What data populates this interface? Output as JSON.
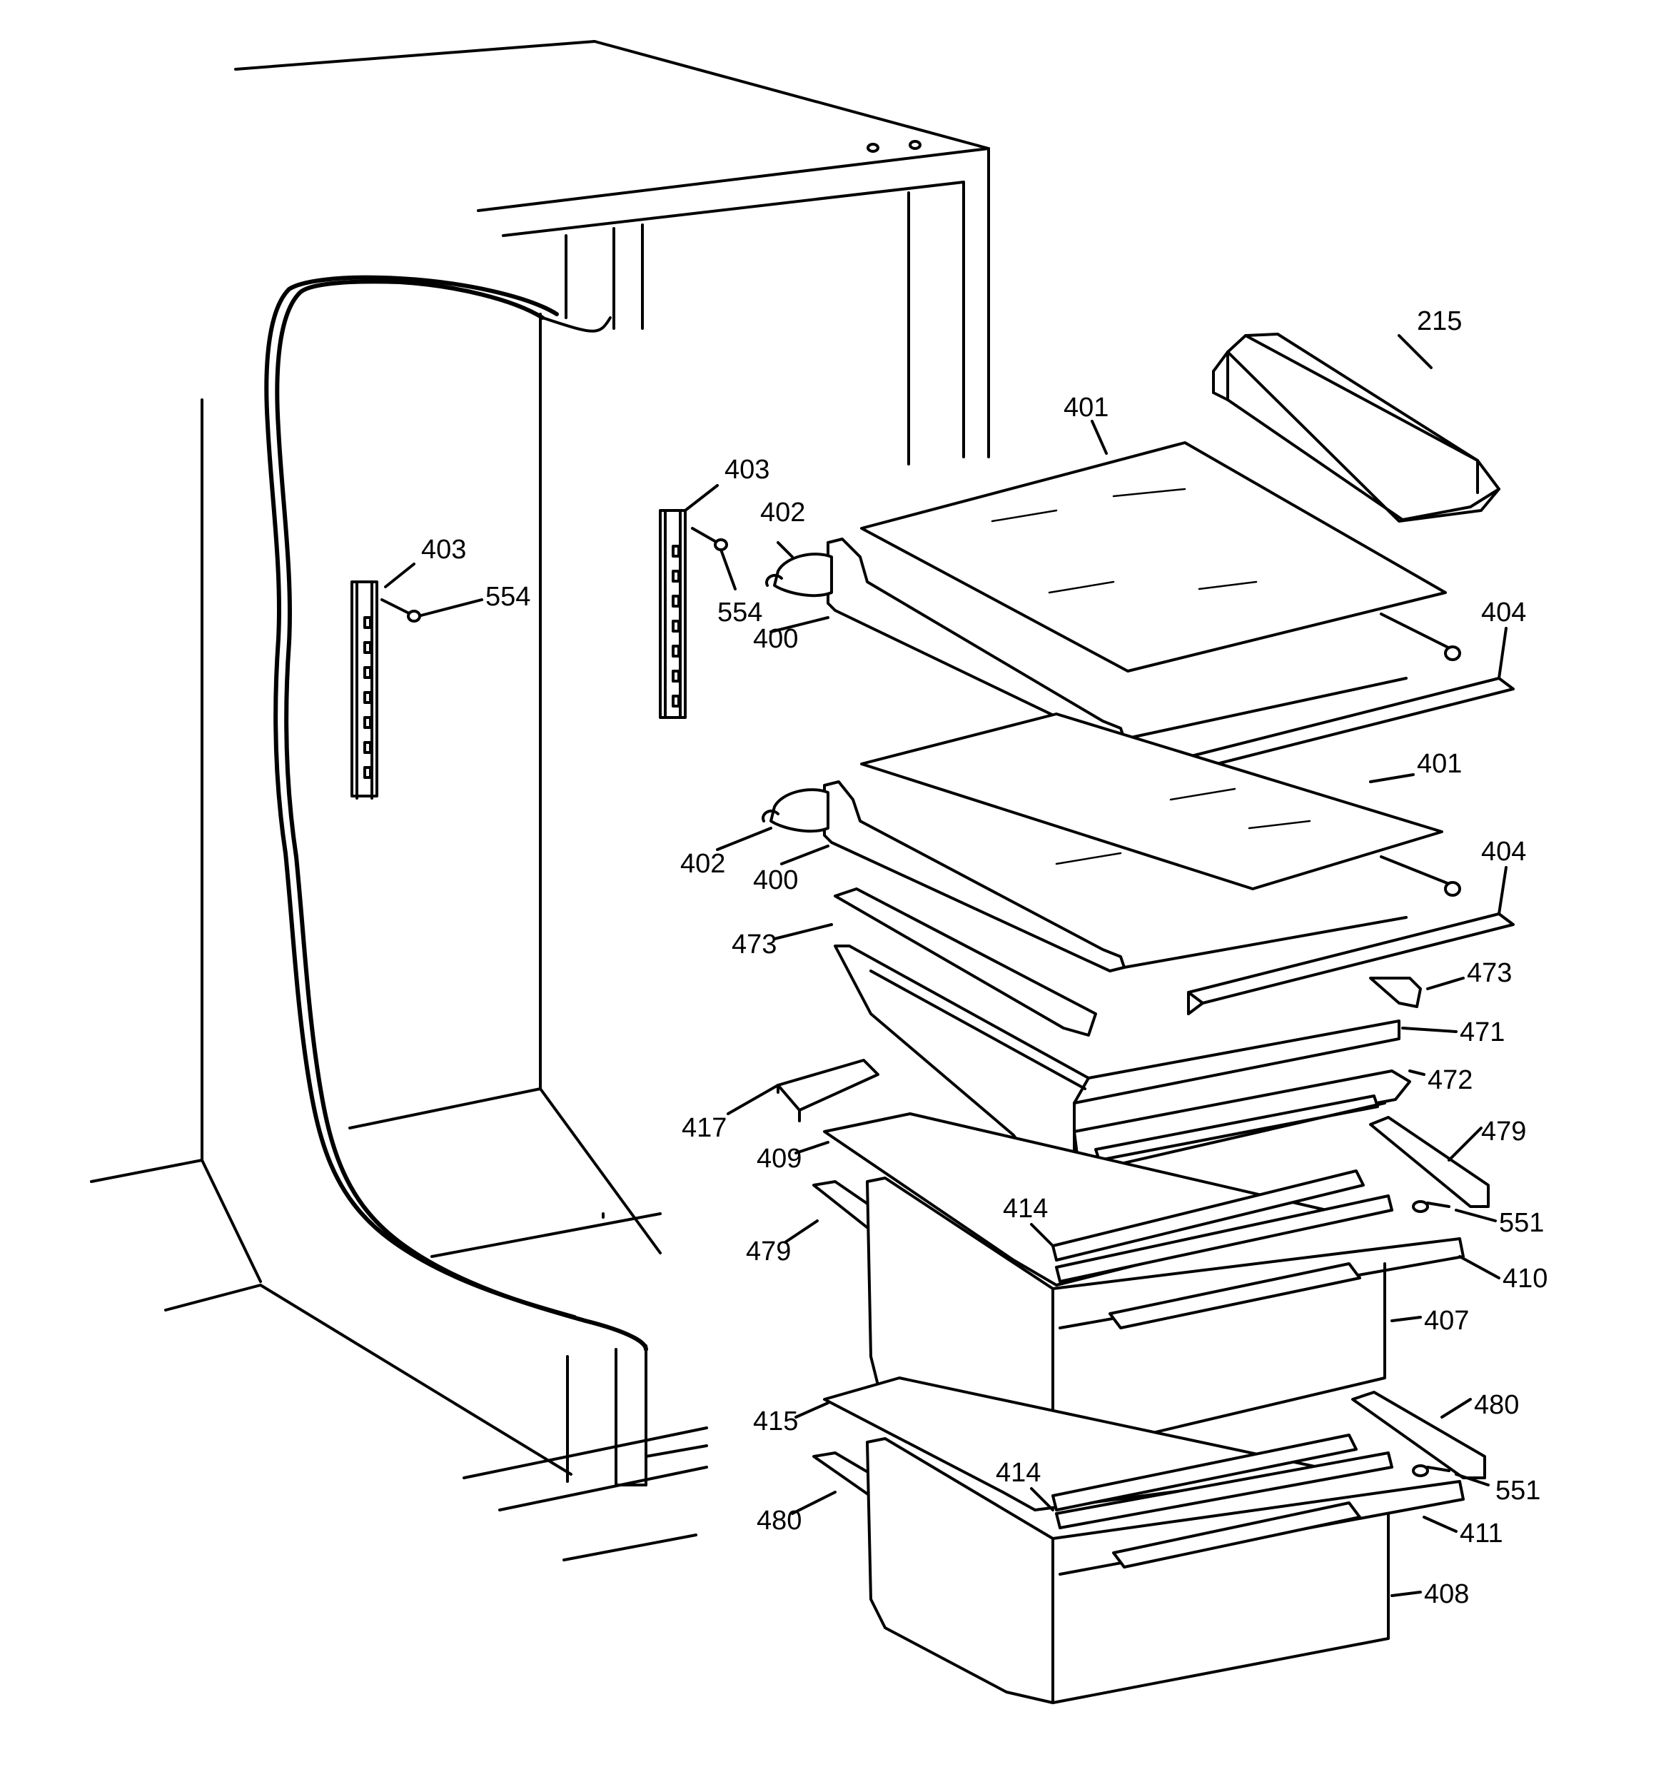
{
  "diagram": {
    "labels": [
      "215",
      "401",
      "403",
      "402",
      "554",
      "400",
      "404",
      "401",
      "404",
      "473",
      "471",
      "472",
      "417",
      "409",
      "479",
      "414",
      "551",
      "410",
      "407",
      "415",
      "480",
      "411",
      "408"
    ],
    "callouts": [
      {
        "id": "c215",
        "text": "215"
      },
      {
        "id": "c401a",
        "text": "401"
      },
      {
        "id": "c403a",
        "text": "403"
      },
      {
        "id": "c402a",
        "text": "402"
      },
      {
        "id": "c403b",
        "text": "403"
      },
      {
        "id": "c554a",
        "text": "554"
      },
      {
        "id": "c554b",
        "text": "554"
      },
      {
        "id": "c400a",
        "text": "400"
      },
      {
        "id": "c404a",
        "text": "404"
      },
      {
        "id": "c401b",
        "text": "401"
      },
      {
        "id": "c402b",
        "text": "402"
      },
      {
        "id": "c400b",
        "text": "400"
      },
      {
        "id": "c404b",
        "text": "404"
      },
      {
        "id": "c473a",
        "text": "473"
      },
      {
        "id": "c473b",
        "text": "473"
      },
      {
        "id": "c471",
        "text": "471"
      },
      {
        "id": "c472",
        "text": "472"
      },
      {
        "id": "c417",
        "text": "417"
      },
      {
        "id": "c409",
        "text": "409"
      },
      {
        "id": "c479a",
        "text": "479"
      },
      {
        "id": "c479b",
        "text": "479"
      },
      {
        "id": "c414a",
        "text": "414"
      },
      {
        "id": "c551a",
        "text": "551"
      },
      {
        "id": "c410",
        "text": "410"
      },
      {
        "id": "c407",
        "text": "407"
      },
      {
        "id": "c480a",
        "text": "480"
      },
      {
        "id": "c415",
        "text": "415"
      },
      {
        "id": "c414b",
        "text": "414"
      },
      {
        "id": "c551b",
        "text": "551"
      },
      {
        "id": "c480b",
        "text": "480"
      },
      {
        "id": "c411",
        "text": "411"
      },
      {
        "id": "c408",
        "text": "408"
      }
    ]
  },
  "colors": {
    "ink": "#000000",
    "paper": "#ffffff"
  }
}
